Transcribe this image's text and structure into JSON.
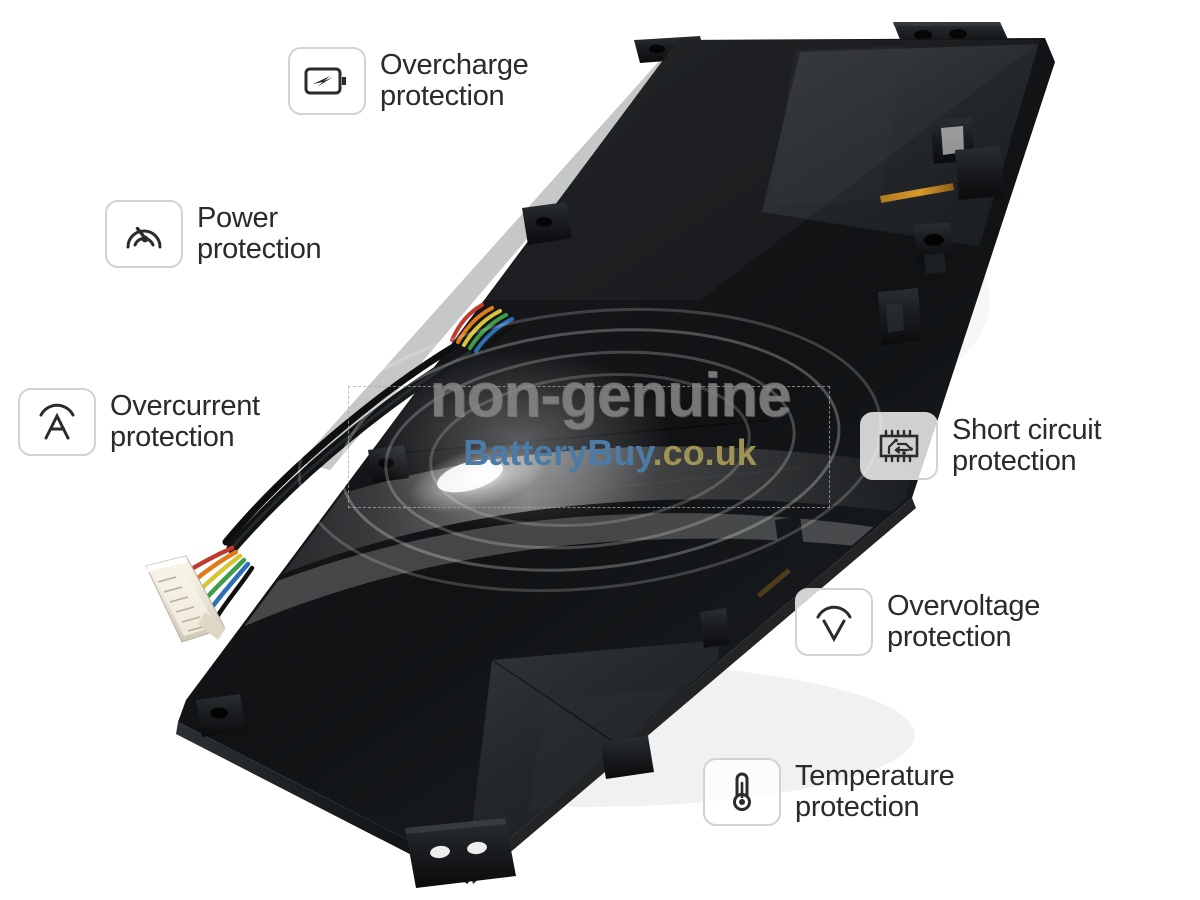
{
  "product": {
    "name": "laptop-battery",
    "description": "Black rechargeable laptop battery pack shown at an angle with wire harness and white JST connector",
    "colors": {
      "body": "#16181a",
      "body_highlight": "#4a4e52",
      "background": "#ffffff",
      "connector_housing": "#efeade"
    },
    "wire_colors": [
      "#c0392b",
      "#e07b1c",
      "#d8c43a",
      "#3f9d4a",
      "#2f6fb5",
      "#111111"
    ]
  },
  "watermark": {
    "line1": "non-genuine",
    "brand": "BatteryBuy",
    "tld": ".co.uk",
    "line1_color": "#808080",
    "brand_color": "#4d7ba8",
    "tld_color": "#9e9255"
  },
  "callouts": [
    {
      "id": "overcharge",
      "icon": "battery-charging-icon",
      "line1": "Overcharge",
      "line2": "protection"
    },
    {
      "id": "power",
      "icon": "gauge-speedometer-icon",
      "line1": "Power",
      "line2": "protection"
    },
    {
      "id": "overcurrent",
      "icon": "ampere-arc-icon",
      "line1": "Overcurrent",
      "line2": "protection"
    },
    {
      "id": "shortcircuit",
      "icon": "circuit-chip-icon",
      "line1": "Short circuit",
      "line2": "protection"
    },
    {
      "id": "overvoltage",
      "icon": "volt-arc-icon",
      "line1": "Overvoltage",
      "line2": "protection"
    },
    {
      "id": "temperature",
      "icon": "thermometer-icon",
      "line1": "Temperature",
      "line2": "protection"
    }
  ],
  "style": {
    "label_color": "#2b2b2b",
    "icon_stroke": "#2b2b2b",
    "icon_box_border": "#d2d2d2"
  }
}
